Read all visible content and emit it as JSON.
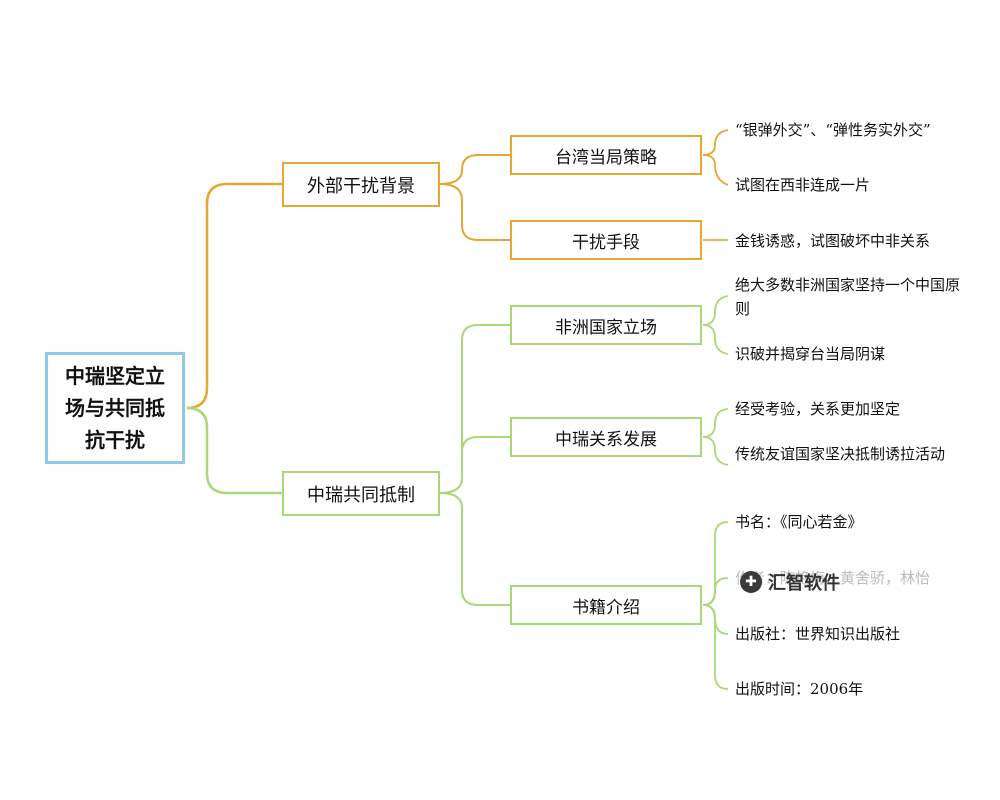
{
  "root": {
    "label": "中瑞坚定立场与共同抵抗干扰"
  },
  "branches": [
    {
      "label": "外部干扰背景",
      "children": [
        {
          "label": "台湾当局策略",
          "leaves": [
            "“银弹外交”、“弹性务实外交”",
            "试图在西非连成一片"
          ]
        },
        {
          "label": "干扰手段",
          "leaves": [
            "金钱诱惑，试图破坏中非关系"
          ]
        }
      ]
    },
    {
      "label": "中瑞共同抵制",
      "children": [
        {
          "label": "非洲国家立场",
          "leaves": [
            "绝大多数非洲国家坚持一个中国原则",
            "识破并揭穿台当局阴谋"
          ]
        },
        {
          "label": "中瑞关系发展",
          "leaves": [
            "经受考验，关系更加坚定",
            "传统友谊国家坚决抵制诱拉活动"
          ]
        },
        {
          "label": "书籍介绍",
          "leaves": [
            "书名：《同心若金》",
            "作者：陈艳梅、黄舍骄，林怡",
            "出版社：世界知识出版社",
            "出版时间：2006年"
          ]
        }
      ]
    }
  ],
  "watermark": {
    "text": "汇智软件",
    "icon": "gamepad-icon"
  },
  "colors": {
    "root": "#8fc9e6",
    "branch_top": "#e6a731",
    "branch_bottom": "#a9d77a"
  }
}
